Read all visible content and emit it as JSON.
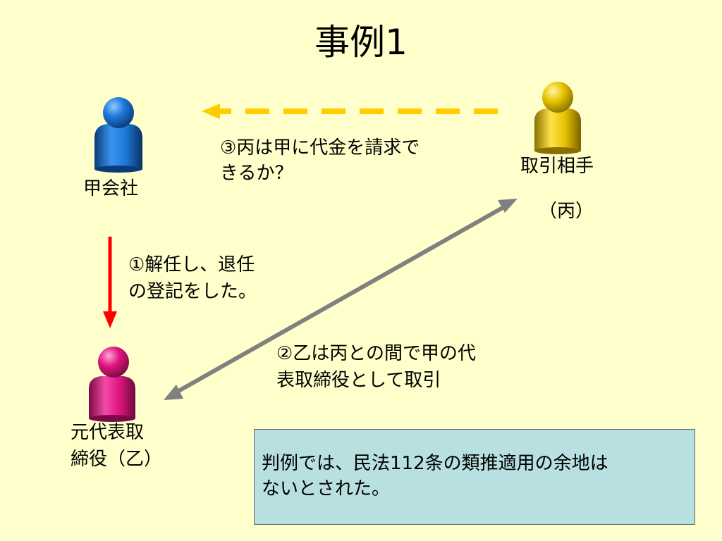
{
  "title": "事例1",
  "parties": {
    "company": "甲会社",
    "counterparty_line1": "取引相手",
    "counterparty_line2": "（丙）",
    "former_rep_line1": "元代表取",
    "former_rep_line2": "締役（乙）"
  },
  "steps": {
    "step1_line1": "①解任し、退任",
    "step1_line2": "の登記をした。",
    "step2_line1": "②乙は丙との間で甲の代",
    "step2_line2": "表取締役として取引",
    "step3_line1": "③丙は甲に代金を請求で",
    "step3_line2": "きるか？"
  },
  "note": {
    "line1": "判例では、民法112条の類推適用の余地は",
    "line2": "ないとされた。"
  },
  "colors": {
    "background": "#FFFFCC",
    "company_figure": "#1565C0",
    "counterparty_figure": "#E6C200",
    "former_rep_figure": "#E0157F",
    "arrow_red": "#FF0000",
    "arrow_gray": "#808080",
    "arrow_yellow": "#FFCC00",
    "note_fill": "#B8E0E0"
  },
  "icons": {
    "company": "person-icon",
    "counterparty": "person-icon",
    "former_rep": "person-icon"
  }
}
